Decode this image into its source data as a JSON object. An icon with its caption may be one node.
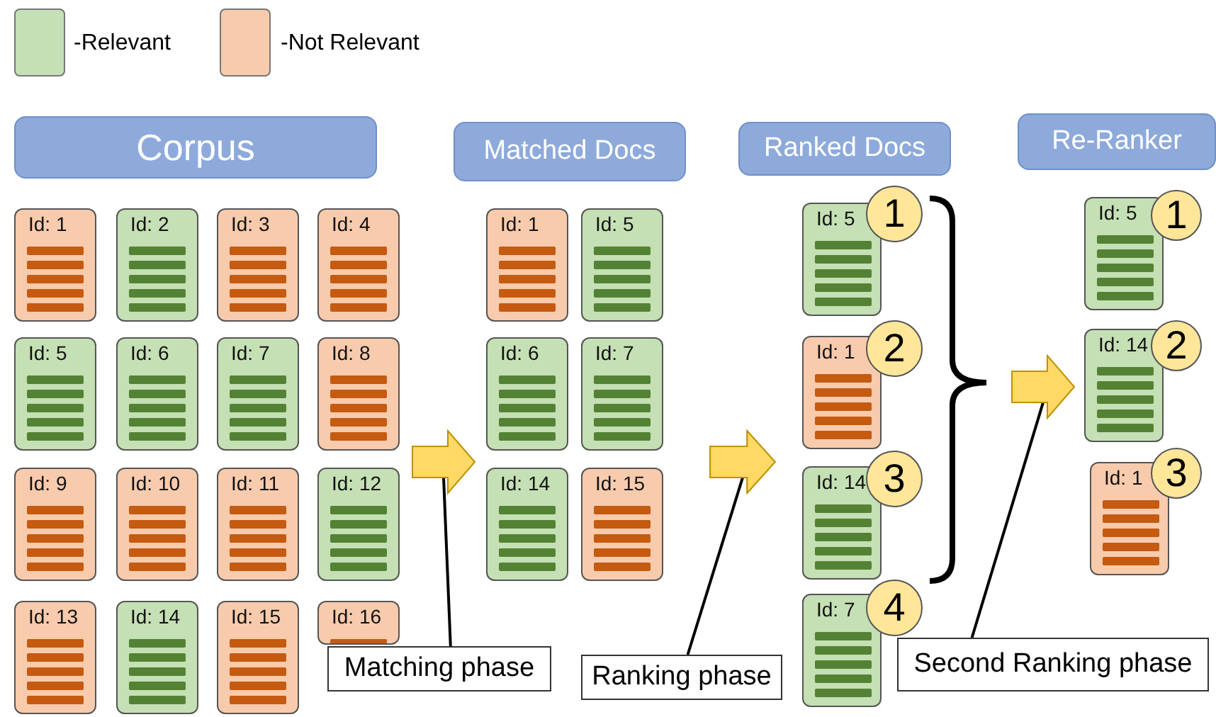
{
  "diagram": {
    "nodes": [
      {
        "text": [
          "Corpus"
        ]
      },
      {
        "text": [
          "Matched Docs"
        ]
      },
      {
        "text": [
          "Ranked Docs"
        ]
      },
      {
        "text": [
          "Re-Ranker"
        ]
      },
      {
        "text": [
          "Id: 1"
        ]
      },
      {
        "text": [
          "Id: 2"
        ]
      },
      {
        "text": [
          "Id: 3"
        ]
      },
      {
        "text": [
          "Id: 4"
        ]
      },
      {
        "text": [
          "Id: 5"
        ]
      },
      {
        "text": [
          "Id: 6"
        ]
      },
      {
        "text": [
          "Id: 7"
        ]
      },
      {
        "text": [
          "Id: 8"
        ]
      },
      {
        "text": [
          "Id: 9"
        ]
      },
      {
        "text": [
          "Id: 10"
        ]
      },
      {
        "text": [
          "Id: 11"
        ]
      },
      {
        "text": [
          "Id: 12"
        ]
      },
      {
        "text": [
          "Id: 13"
        ]
      },
      {
        "text": [
          "Id: 14"
        ]
      },
      {
        "text": [
          "Id: 15"
        ]
      },
      {
        "text": [
          "Id: 16"
        ]
      },
      {
        "text": [],
        "shape": "arrow"
      },
      {
        "text": [
          "Id: 1"
        ]
      },
      {
        "text": [
          "Id: 5"
        ]
      },
      {
        "text": [
          "Id: 6"
        ]
      },
      {
        "text": [
          "Id: 7"
        ]
      },
      {
        "text": [
          "Id: 14"
        ]
      },
      {
        "text": [
          "Id: 15"
        ]
      },
      {
        "text": [],
        "shape": "arrow"
      },
      {
        "text": [
          "Id: 5"
        ]
      },
      {
        "text": [
          "1"
        ]
      },
      {
        "text": [
          "Id: 1"
        ]
      },
      {
        "text": [
          "2"
        ]
      },
      {
        "text": [
          "Id: 14"
        ]
      },
      {
        "text": [
          "3"
        ]
      },
      {
        "text": [
          "Id: 7"
        ]
      },
      {
        "text": [
          "4"
        ]
      },
      {
        "text": [],
        "shape": "arrow"
      },
      {
        "text": [
          "Id: 5"
        ]
      },
      {
        "text": [
          "1"
        ]
      },
      {
        "text": [
          "Id: 14"
        ]
      },
      {
        "text": [
          "2"
        ]
      },
      {
        "text": [
          "Id: 1"
        ]
      },
      {
        "text": [
          "3"
        ]
      },
      {
        "text": [
          "Matching phase"
        ]
      },
      {
        "text": [
          "Ranking phase"
        ]
      },
      {
        "text": [
          "Second Ranking phase"
        ]
      }
    ],
    "edges": [
      {
        "from": 43,
        "to": 20,
        "arrow": "none"
      },
      {
        "from": 44,
        "to": 27,
        "arrow": "none"
      },
      {
        "from": 45,
        "to": 36,
        "arrow": "none"
      }
    ],
    "legend": [
      {
        "text": "-Relevant",
        "color": "#c5e0b4"
      },
      {
        "text": "-Not Relevant",
        "color": "#f8cbad"
      }
    ]
  }
}
